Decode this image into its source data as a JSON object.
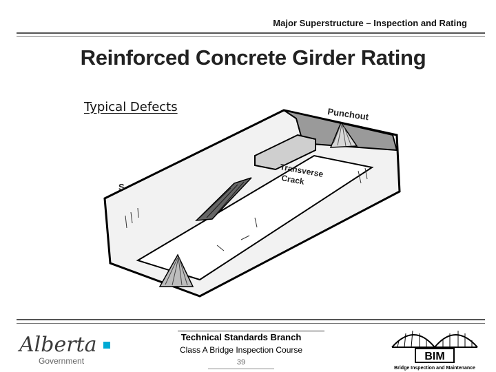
{
  "header": {
    "course_section": "Major Superstructure – Inspection and Rating"
  },
  "title": "Reinforced Concrete Girder Rating",
  "subtitle": "Typical Defects",
  "diagram": {
    "labels": {
      "punchout": "Punchout",
      "transverse": "Transverse",
      "crack": "Crack",
      "left_edge": "S"
    }
  },
  "footer": {
    "branch": "Technical Standards Branch",
    "course": "Class A Bridge Inspection Course",
    "page": "39",
    "alberta_logo": {
      "wordmark": "Alberta",
      "sub": "Government"
    },
    "bim_logo": {
      "acronym": "BIM",
      "full": "Bridge Inspection and Maintenance"
    }
  }
}
